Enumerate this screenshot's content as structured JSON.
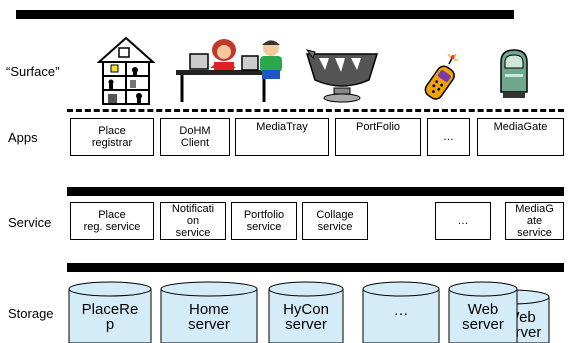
{
  "layers": {
    "surface": "“Surface”",
    "apps": "Apps",
    "service": "Service",
    "storage": "Storage"
  },
  "apps": [
    "Place\nregistrar",
    "DoHM\nClient",
    "MediaTray",
    "PortFolio",
    "…",
    "MediaGate"
  ],
  "services": [
    "Place\nreg. service",
    "Notificati\non\nservice",
    "Portfolio\nservice",
    "Collage\nservice",
    "…",
    "MediaG\nate\nservice"
  ],
  "storage": [
    "PlaceRe\np",
    "Home\nserver",
    "HyCon\nserver",
    "…",
    "Web\nserver",
    "Web\nserver"
  ],
  "surface_icons": [
    "house-icon",
    "kids-at-computer-icon",
    "mortar-bowl-icon",
    "mobile-phone-icon",
    "mailbox-icon"
  ],
  "colors": {
    "cylinder_fill": "#d4ecf7",
    "bar": "#000000"
  }
}
